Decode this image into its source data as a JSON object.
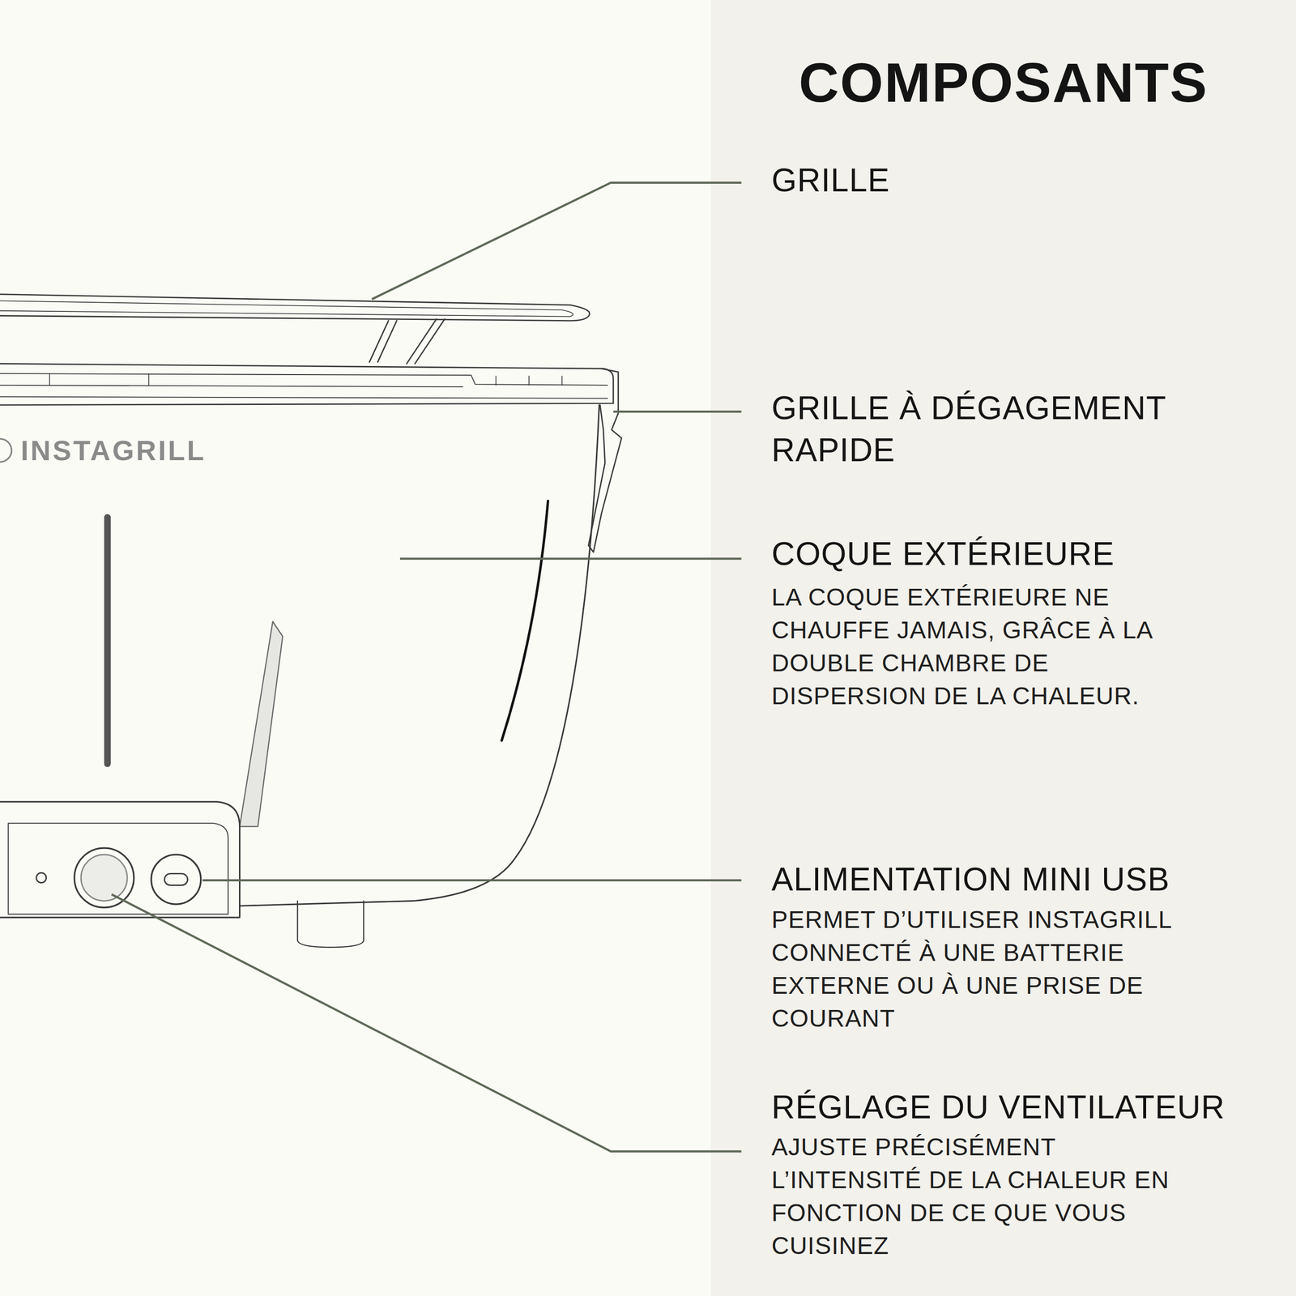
{
  "diagram": {
    "title": "COMPOSANTS",
    "labels": [
      "INSTAGRILL",
      "GRILLE",
      "GRILLE À DÉGAGEMENT RAPIDE",
      "COQUE EXTÉRIEURE",
      "LA COQUE EXTÉRIEURE NE CHAUFFE JAMAIS, GRÂCE À LA DOUBLE CHAMBRE DE DISPERSION DE LA CHALEUR.",
      "ALIMENTATION MINI USB",
      "PERMET D’UTILISER INSTAGRILL CONNECTÉ À UNE BATTERIE EXTERNE OU À UNE PRISE DE COURANT",
      "RÉGLAGE DU VENTILATEUR",
      "AJUSTE PRÉCISÉMENT L’INTENSITÉ DE LA CHALEUR EN FONCTION DE CE QUE VOUS CUISINEZ"
    ]
  }
}
